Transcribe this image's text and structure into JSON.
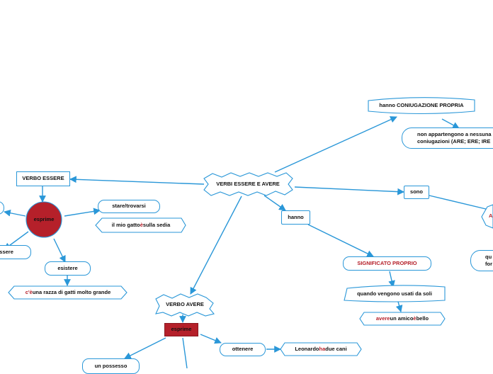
{
  "central": "VERBI ESSERE E AVERE",
  "nodes": {
    "verbo_essere": "VERBO ESSERE",
    "esprime_essere": "esprime",
    "stare_trovarsi": "stare/trovarsi",
    "gatto_prefix": "il mio gatto ",
    "gatto_verb": "è",
    "gatto_suffix": " sulla sedia",
    "essere_left": "essere",
    "esistere": "esistere",
    "razza_verb": "c'è",
    "razza_suffix": " una razza di gatti molto grande",
    "hanno_coniugazione": "hanno CONIUGAZIONE PROPRIA",
    "non_appartengono_line1": "non appartengono a nessuna",
    "non_appartengono_line2": "coniugazioni (ARE; ERE; IRE",
    "sono": "sono",
    "a_partial": "A",
    "qu_line1": "qu",
    "qu_line2": "for",
    "hanno": "hanno",
    "significato_proprio": "SIGNIFICATO PROPRIO",
    "quando_usati": "quando vengono usati da soli",
    "amico_verb1": "avere",
    "amico_mid": " un amico ",
    "amico_verb2": "è",
    "amico_suffix": " bello",
    "verbo_avere": "VERBO AVERE",
    "esprime_avere": "esprime",
    "ottenere": "ottenere",
    "leonardo_prefix": "Leonardo ",
    "leonardo_verb": "ha",
    "leonardo_suffix": " due cani",
    "possesso": "un possesso"
  },
  "colors": {
    "line": "#2a97d8",
    "accent_red": "#b5202a",
    "text": "#111111",
    "background": "#ffffff"
  }
}
